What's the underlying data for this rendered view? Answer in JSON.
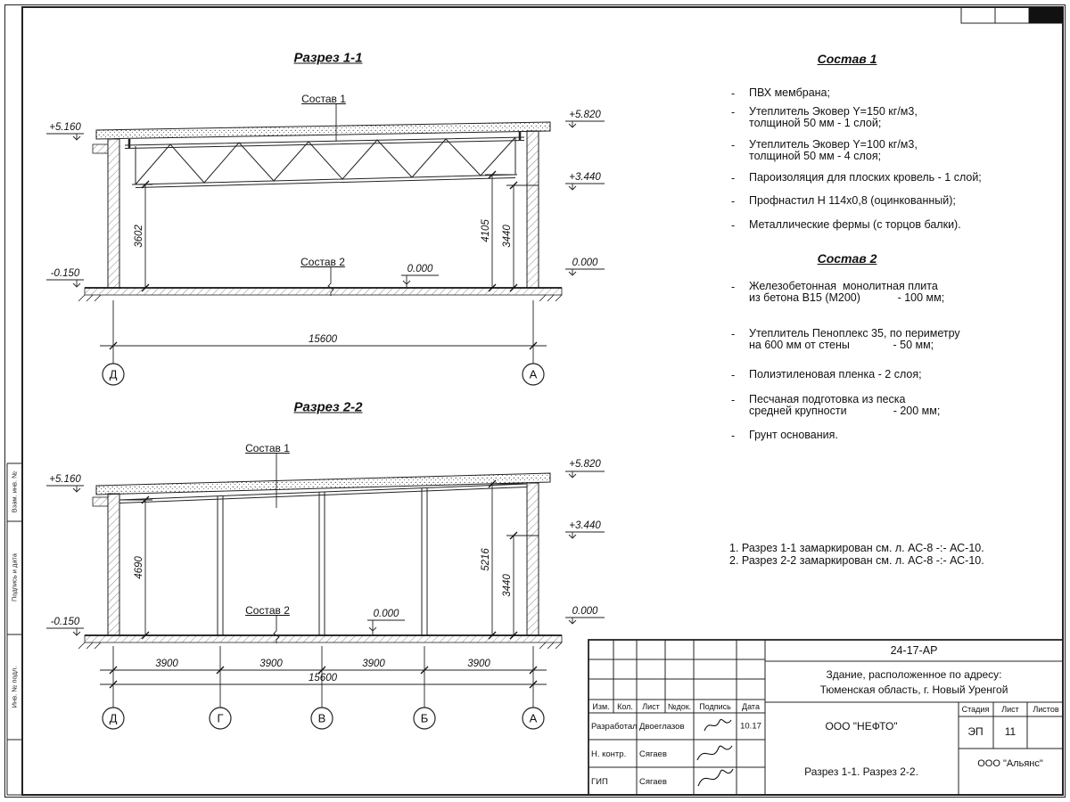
{
  "page": {
    "bullet": "-"
  },
  "section1": {
    "title": "Разрез 1-1",
    "label_sostav1": "Состав 1",
    "label_sostav2": "Состав 2",
    "elev_left_top": "+5.160",
    "elev_left_bottom": "-0.150",
    "elev_right_top": "+5.820",
    "elev_right_mid": "+3.440",
    "elev_right_bottom": "0.000",
    "elev_floor": "0.000",
    "dim_left": "3602",
    "dim_right_inner": "4105",
    "dim_right_outer": "3440",
    "dim_total": "15600",
    "axis_left": "Д",
    "axis_right": "А"
  },
  "section2": {
    "title": "Разрез 2-2",
    "label_sostav1": "Состав 1",
    "label_sostav2": "Состав 2",
    "elev_left_top": "+5.160",
    "elev_left_bottom": "-0.150",
    "elev_right_top": "+5.820",
    "elev_right_mid": "+3.440",
    "elev_right_bottom": "0.000",
    "elev_floor": "0.000",
    "dim_left": "4690",
    "dim_right_inner": "5216",
    "dim_right_outer": "3440",
    "dim_bays": [
      "3900",
      "3900",
      "3900",
      "3900"
    ],
    "dim_total": "15600",
    "axes": [
      "Д",
      "Г",
      "В",
      "Б",
      "А"
    ]
  },
  "sostav1": {
    "title": "Состав 1",
    "items": [
      {
        "lines": [
          "ПВХ мембрана;"
        ]
      },
      {
        "lines": [
          "Утеплитель Эковер Y=150 кг/м3,",
          "толщиной 50 мм - 1 слой;"
        ]
      },
      {
        "lines": [
          "Утеплитель Эковер Y=100 кг/м3,",
          "толщиной 50 мм - 4 слоя;"
        ]
      },
      {
        "lines": [
          "Пароизоляция для плоских кровель - 1 слой;"
        ]
      },
      {
        "lines": [
          "Профнастил Н 114х0,8 (оцинкованный);"
        ]
      },
      {
        "lines": [
          "Металлические фермы (с торцов балки)."
        ]
      }
    ]
  },
  "sostav2": {
    "title": "Состав 2",
    "items": [
      {
        "lines": [
          "Железобетонная  монолитная плита",
          "из бетона В15 (М200)            - 100 мм;"
        ]
      },
      {
        "lines": [
          "Утеплитель Пеноплекс 35, по периметру",
          "на 600 мм от стены              - 50 мм;"
        ]
      },
      {
        "lines": [
          "Полиэтиленовая пленка - 2 слоя;"
        ]
      },
      {
        "lines": [
          "Песчаная подготовка из песка",
          "средней крупности               - 200 мм;"
        ]
      },
      {
        "lines": [
          "Грунт основания."
        ]
      }
    ]
  },
  "notes": {
    "line1": "1. Разрез 1-1 замаркирован см. л. АС-8 -:- АС-10.",
    "line2": "2. Разрез 2-2 замаркирован см. л. АС-8 -:- АС-10."
  },
  "titleblock": {
    "doc_code": "24-17-АР",
    "object_line1": "Здание, расположенное по адресу:",
    "object_line2": "Тюменская область, г. Новый Уренгой",
    "col_izm": "Изм.",
    "col_kol": "Кол.",
    "col_list": "Лист",
    "col_ndok": "№док.",
    "col_podpis": "Подпись",
    "col_data": "Дата",
    "row1_role": "Разработал",
    "row1_name": "Двоеглазов",
    "row1_date": "10.17",
    "row2_role": "Н. контр.",
    "row2_name": "Сягаев",
    "row3_role": "ГИП",
    "row3_name": "Сягаев",
    "org1": "ООО \"НЕФТО\"",
    "stage_label": "Стадия",
    "stage_value": "ЭП",
    "sheet_label": "Лист",
    "sheet_value": "11",
    "sheets_label": "Листов",
    "sheet_title": "Разрез 1-1. Разрез 2-2.",
    "org2": "ООО \"Альянс\""
  },
  "side_stamp": {
    "cell1": "Взам. инв. №",
    "cell2": "Подпись и дата",
    "cell3": "Инв. № подл."
  }
}
